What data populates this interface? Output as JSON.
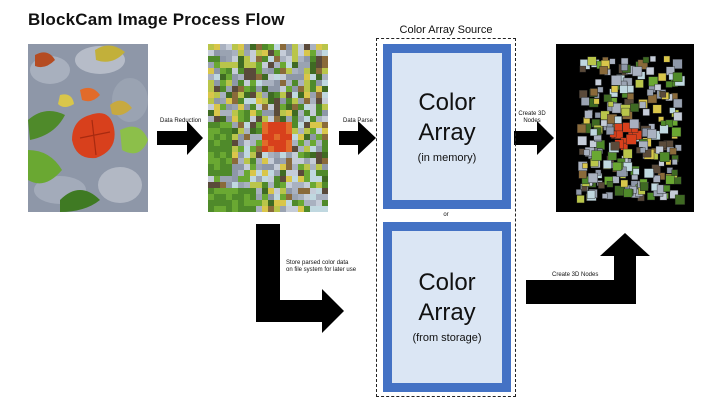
{
  "title": "BlockCam Image Process Flow",
  "color_array_source_label": "Color Array Source",
  "memory_box": {
    "line1": "Color",
    "line2": "Array",
    "sub": "(in memory)"
  },
  "storage_box": {
    "line1": "Color",
    "line2": "Array",
    "sub": "(from storage)"
  },
  "or_label": "or",
  "arrows": {
    "data_reduction": "Data Reduction",
    "data_parse": "Data Parse",
    "create_3d_nodes_top_1": "Create 3D",
    "create_3d_nodes_top_2": "Nodes",
    "store_1": "Store parsed color data",
    "store_2": "on file system for later use",
    "create_3d_nodes_bottom": "Create 3D Nodes"
  },
  "colors": {
    "blue_frame": "#4472c4",
    "blue_fill": "#dbe6f4",
    "leaf_red": "#d8401c",
    "leaf_green": "#6aa832",
    "stone_gray": "#8e97a8"
  },
  "images": {
    "original": "original-photo",
    "pixelated": "pixelated-photo",
    "rendered": "3d-blocks-render"
  }
}
